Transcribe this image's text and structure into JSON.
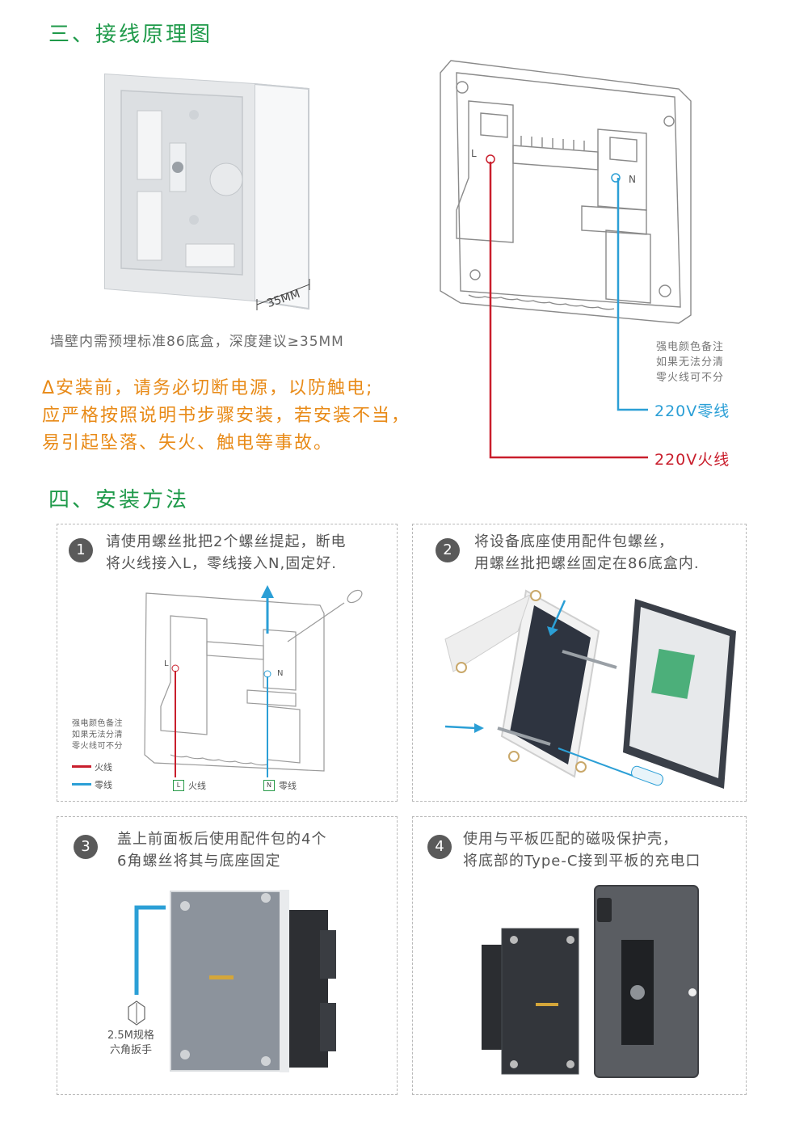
{
  "section3": {
    "title": "三、接线原理图",
    "box_dim": "35MM",
    "box_caption": "墙壁内需预埋标准86底盒，深度建议≥35MM",
    "warning_lines": [
      "Δ安装前，请务必切断电源，以防触电;",
      "应严格按照说明书步骤安装，若安装不当，",
      "易引起坠落、失火、触电等事故。"
    ],
    "terminal_L": "L",
    "terminal_N": "N",
    "note_lines": [
      "强电颜色备注",
      "如果无法分清",
      "零火线可不分"
    ],
    "neutral_label": "220V零线",
    "live_label": "220V火线",
    "colors": {
      "neutral": "#2b9fd6",
      "live": "#c91e2c",
      "heading": "#1f9a4a",
      "warning": "#e88a17"
    }
  },
  "section4": {
    "title": "四、安装方法",
    "steps": [
      {
        "num": "1",
        "lines": [
          "请使用螺丝批把2个螺丝提起，断电",
          "将火线接入L，零线接入N,固定好."
        ]
      },
      {
        "num": "2",
        "lines": [
          "将设备底座使用配件包螺丝，",
          "用螺丝批把螺丝固定在86底盒内."
        ]
      },
      {
        "num": "3",
        "lines": [
          "盖上前面板后使用配件包的4个",
          "6角螺丝将其与底座固定"
        ]
      },
      {
        "num": "4",
        "lines": [
          "使用与平板匹配的磁吸保护壳，",
          "将底部的Type-C接到平板的充电口"
        ]
      }
    ],
    "step1_note_lines": [
      "强电颜色备注",
      "如果无法分清",
      "零火线可不分"
    ],
    "legend_live": "火线",
    "legend_neutral": "零线",
    "wire_L_tag": "L",
    "wire_N_tag": "N",
    "wire_live_label": "火线",
    "wire_neutral_label": "零线",
    "terminal_L": "L",
    "terminal_N": "N",
    "wrench_lines": [
      "2.5M规格",
      "六角扳手"
    ]
  }
}
